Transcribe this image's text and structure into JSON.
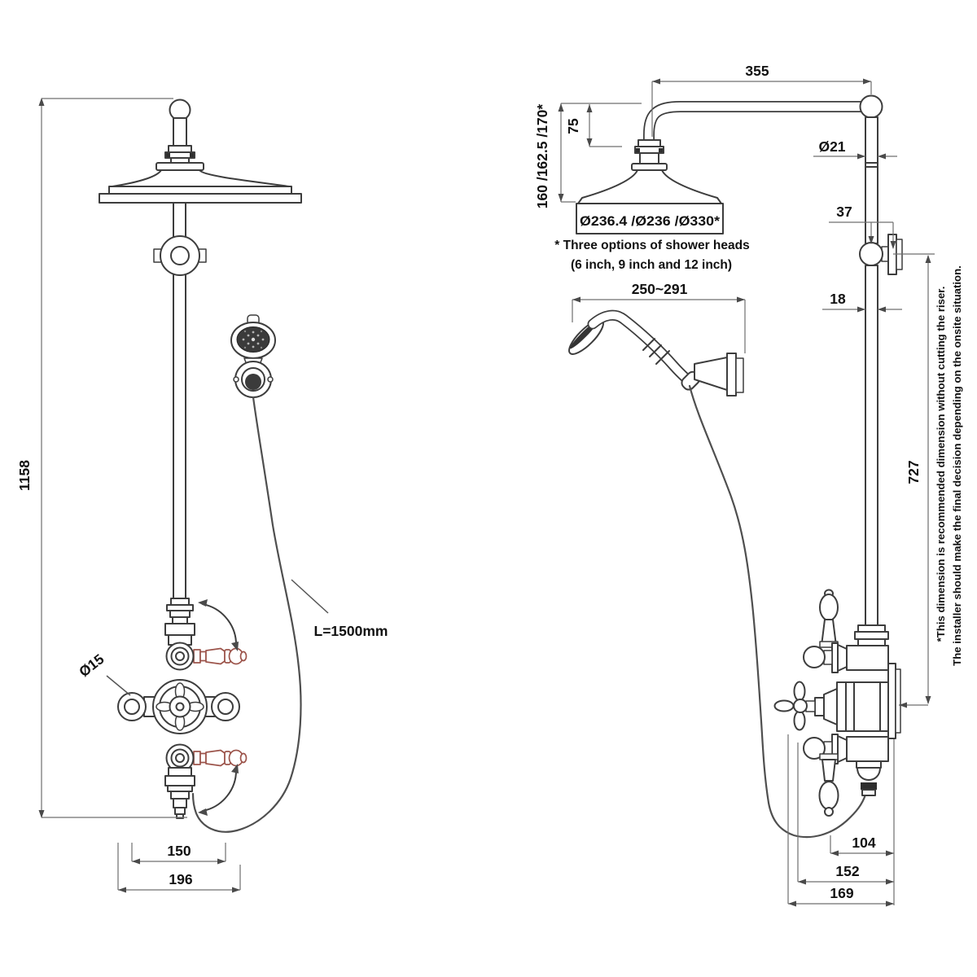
{
  "drawing": {
    "front_view": {
      "height_total": "1158",
      "inlet_centers": "150",
      "valve_width": "196",
      "inlet_dia": "Ø15",
      "hose_length": "L=1500mm"
    },
    "side_view": {
      "arm_projection": "355",
      "arm_height_options": "160 /162.5 /170*",
      "arm_drop": "75",
      "riser_dia": "Ø21",
      "bracket_offset": "37",
      "riser_width": "18",
      "riser_lower": "727",
      "handset_projection": "250~291",
      "head_dia_options": "Ø236.4 /Ø236 /Ø330*",
      "hose_offset": "104",
      "body_depth": "152",
      "total_depth": "169"
    },
    "notes": {
      "heads_line1": "* Three options of shower heads",
      "heads_line2": "(6 inch, 9 inch and 12 inch)",
      "riser_note_line1": "*This dimension is recommended dimension without cutting the riser.",
      "riser_note_line2": "The installer should make the final decision depending on the onsite situation."
    },
    "colors": {
      "line": "#3d3d3d",
      "dimension": "#6f6f6f",
      "text": "#111111",
      "accent_lever": "#9c544b",
      "background": "#ffffff"
    }
  }
}
